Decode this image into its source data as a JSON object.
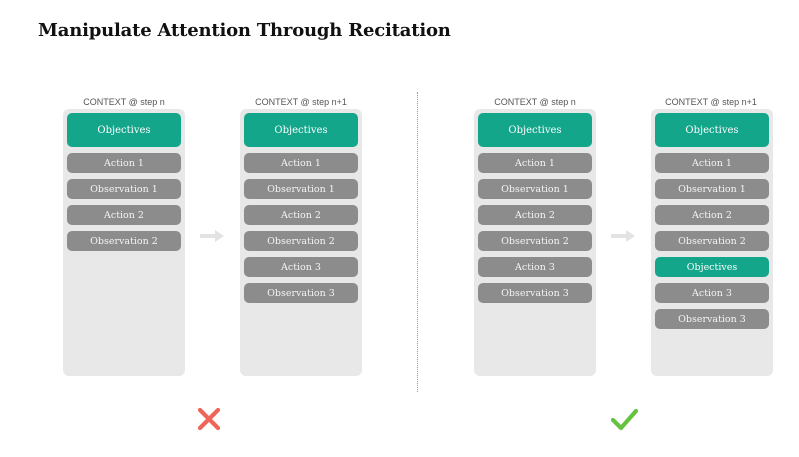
{
  "title": "Manipulate Attention Through Recitation",
  "colors": {
    "objective": "#13a68a",
    "step": "#8c8c8c",
    "panel": "#e8e8e8",
    "bad_mark": "#f0655a",
    "good_mark": "#66c33f"
  },
  "columns": [
    {
      "label": "CONTEXT @ step n",
      "objectives": "Objectives",
      "items": [
        {
          "text": "Action 1",
          "kind": "step"
        },
        {
          "text": "Observation 1",
          "kind": "step"
        },
        {
          "text": "Action 2",
          "kind": "step"
        },
        {
          "text": "Observation 2",
          "kind": "step"
        }
      ]
    },
    {
      "label": "CONTEXT @ step n+1",
      "objectives": "Objectives",
      "items": [
        {
          "text": "Action 1",
          "kind": "step"
        },
        {
          "text": "Observation 1",
          "kind": "step"
        },
        {
          "text": "Action 2",
          "kind": "step"
        },
        {
          "text": "Observation 2",
          "kind": "step"
        },
        {
          "text": "Action 3",
          "kind": "step"
        },
        {
          "text": "Observation 3",
          "kind": "step"
        }
      ]
    },
    {
      "label": "CONTEXT @ step n",
      "objectives": "Objectives",
      "items": [
        {
          "text": "Action 1",
          "kind": "step"
        },
        {
          "text": "Observation 1",
          "kind": "step"
        },
        {
          "text": "Action 2",
          "kind": "step"
        },
        {
          "text": "Observation 2",
          "kind": "step"
        },
        {
          "text": "Action 3",
          "kind": "step"
        },
        {
          "text": "Observation 3",
          "kind": "step"
        }
      ]
    },
    {
      "label": "CONTEXT @ step n+1",
      "objectives": "Objectives",
      "items": [
        {
          "text": "Action 1",
          "kind": "step"
        },
        {
          "text": "Observation 1",
          "kind": "step"
        },
        {
          "text": "Action 2",
          "kind": "step"
        },
        {
          "text": "Observation 2",
          "kind": "step"
        },
        {
          "text": "Objectives",
          "kind": "objective"
        },
        {
          "text": "Action 3",
          "kind": "step"
        },
        {
          "text": "Observation 3",
          "kind": "step"
        }
      ]
    }
  ],
  "icons": {
    "transition": "arrow-right-icon",
    "bad": "cross-icon",
    "good": "check-icon"
  }
}
